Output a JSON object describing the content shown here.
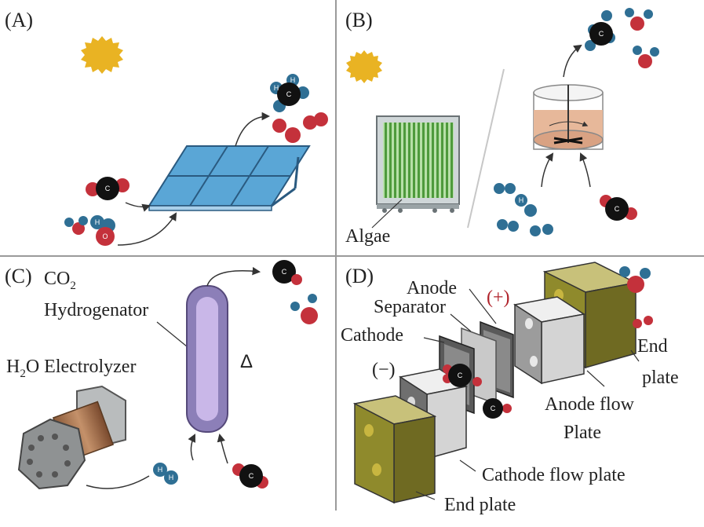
{
  "panels": {
    "a": {
      "letter": "(A)"
    },
    "b": {
      "letter": "(B)",
      "algae_label": "Algae"
    },
    "c": {
      "letter": "(C)",
      "co2_label_main": "CO",
      "co2_label_sub": "2",
      "hydrogenator_label": "Hydrogenator",
      "h2o_label_pre": "H",
      "h2o_label_sub": "2",
      "h2o_label_post": "O Electrolyzer",
      "heat_symbol": "Δ"
    },
    "d": {
      "letter": "(D)",
      "anode": "Anode",
      "separator": "Separator",
      "cathode": "Cathode",
      "plus": "(+)",
      "minus": "(−)",
      "end_plate_top_1": "End",
      "end_plate_top_2": "plate",
      "anode_flow_1": "Anode flow",
      "anode_flow_2": "Plate",
      "cathode_flow": "Cathode flow plate",
      "end_plate_bottom": "End plate"
    }
  },
  "atoms": {
    "carbon": "C",
    "hydrogen": "H",
    "oxygen": "O"
  },
  "colors": {
    "divider": "#9a9a9a",
    "sun": "#e9b323",
    "carbon": "#111111",
    "hydrogen": "#2f6f94",
    "oxygen": "#c4313b",
    "panel_blue": "#5aa6d6",
    "algae_green": "#4e9a3c",
    "bioreactor_fluid": "#e7b89a",
    "hydrogenator": "#a89bd0",
    "end_plate": "#8f8a2c",
    "plus_red": "#b0222a"
  }
}
